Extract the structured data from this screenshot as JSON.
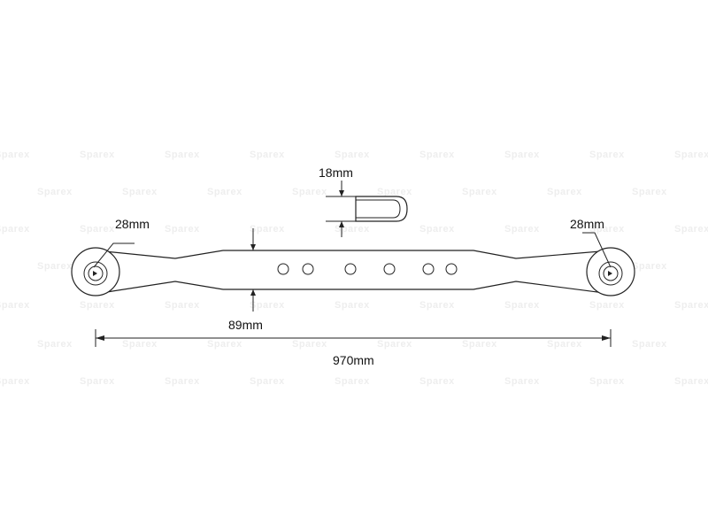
{
  "watermark": {
    "text": "Sparex"
  },
  "dimensions": {
    "thickness": "18mm",
    "width": "89mm",
    "left_ball": "28mm",
    "right_ball": "28mm",
    "length": "970mm"
  }
}
